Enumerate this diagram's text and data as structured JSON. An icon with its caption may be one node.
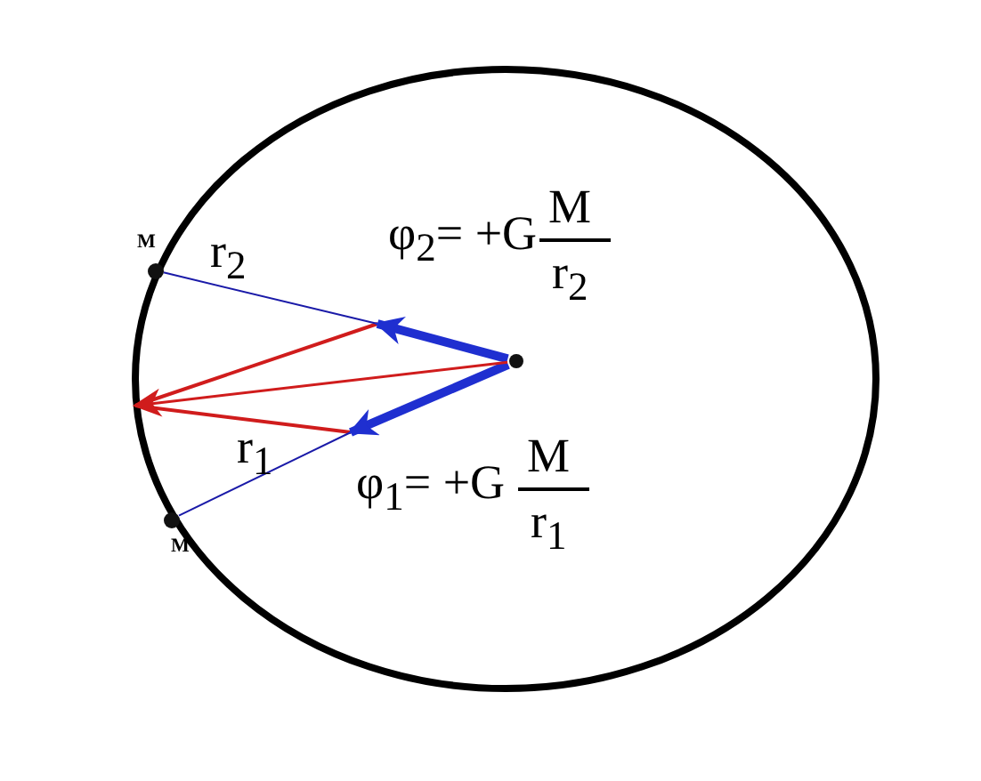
{
  "diagram": {
    "nodes": [
      {
        "text": [
          "M"
        ]
      },
      {
        "text": [
          "M"
        ]
      },
      {
        "text": [],
        "shape": "circle"
      }
    ],
    "edges": [
      {
        "from": 0,
        "to": null,
        "arrow": "none",
        "label": "r$_{2}$",
        "color": "#1a1aa8"
      },
      {
        "from": 1,
        "to": null,
        "arrow": "none",
        "label": "r$_{1}$",
        "color": "#1a1aa8"
      },
      {
        "from": 2,
        "to": null,
        "arrow": "to",
        "style": "thick",
        "color": "#1f2fd0"
      },
      {
        "from": 2,
        "to": null,
        "arrow": "to",
        "style": "thick",
        "color": "#1f2fd0"
      },
      {
        "from": 2,
        "to": null,
        "arrow": "to",
        "color": "#d01c1c"
      }
    ],
    "labels": [
      "φ$_{2}$= +G",
      "M",
      "r$_{2}$",
      "φ$_{1}$= +G",
      "M",
      "r$_{1}$"
    ]
  }
}
